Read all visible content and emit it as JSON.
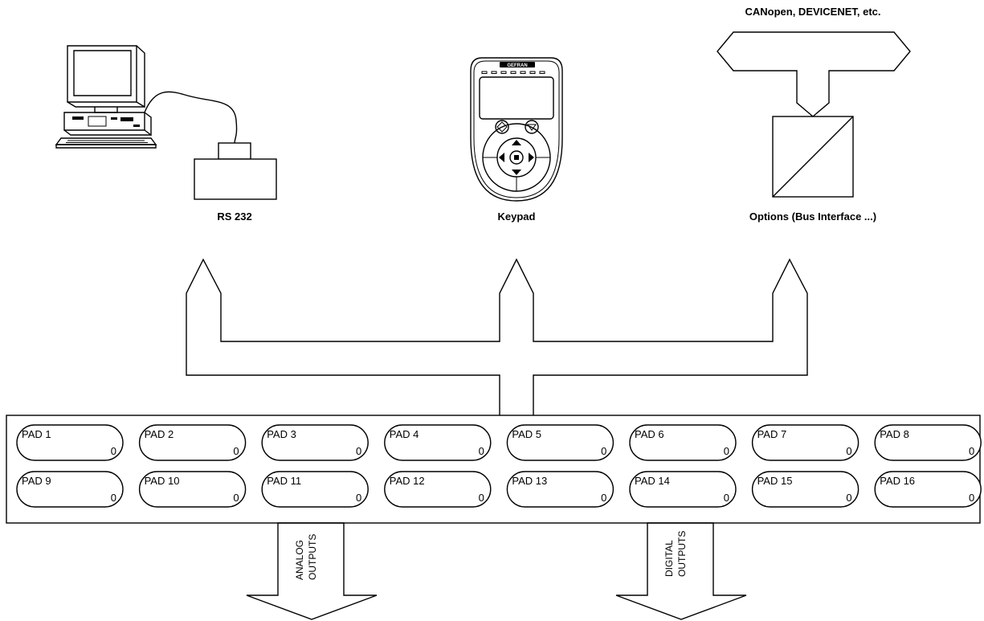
{
  "labels": {
    "rs232": "RS 232",
    "keypad": "Keypad",
    "options": "Options (Bus Interface ...)",
    "fieldbus": "CANopen, DEVICENET, etc.",
    "keypad_brand": "GEFRAN"
  },
  "outputs": {
    "analog": [
      "ANALOG",
      "OUTPUTS"
    ],
    "digital": [
      "DIGITAL",
      "OUTPUTS"
    ]
  },
  "pads": [
    {
      "name": "PAD 1",
      "value": "0"
    },
    {
      "name": "PAD 2",
      "value": "0"
    },
    {
      "name": "PAD 3",
      "value": "0"
    },
    {
      "name": "PAD 4",
      "value": "0"
    },
    {
      "name": "PAD 5",
      "value": "0"
    },
    {
      "name": "PAD 6",
      "value": "0"
    },
    {
      "name": "PAD 7",
      "value": "0"
    },
    {
      "name": "PAD 8",
      "value": "0"
    },
    {
      "name": "PAD 9",
      "value": "0"
    },
    {
      "name": "PAD 10",
      "value": "0"
    },
    {
      "name": "PAD 11",
      "value": "0"
    },
    {
      "name": "PAD 12",
      "value": "0"
    },
    {
      "name": "PAD 13",
      "value": "0"
    },
    {
      "name": "PAD 14",
      "value": "0"
    },
    {
      "name": "PAD 15",
      "value": "0"
    },
    {
      "name": "PAD 16",
      "value": "0"
    }
  ]
}
